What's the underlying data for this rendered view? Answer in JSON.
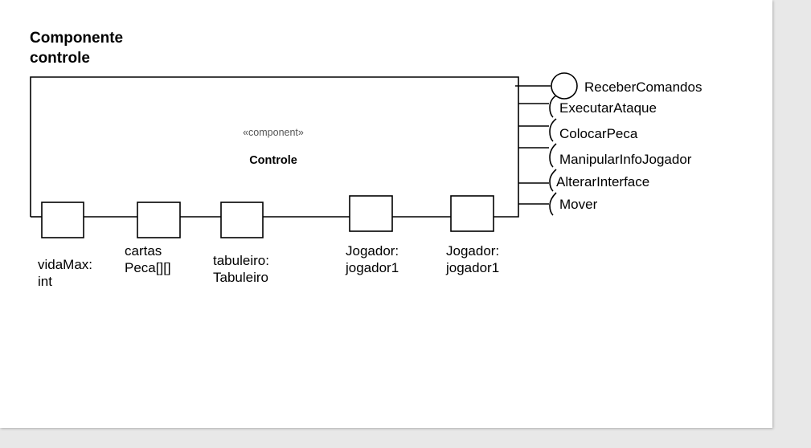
{
  "title": {
    "line1": "Componente",
    "line2": "controle"
  },
  "component": {
    "stereotype": "«component»",
    "name": "Controle"
  },
  "provided_interface": "ReceberComandos",
  "required_interfaces": [
    "ExecutarAtaque",
    "ColocarPeca",
    "ManipularInfoJogador",
    "AlterarInterface",
    "Mover"
  ],
  "ports": [
    {
      "line1": "vidaMax:",
      "line2": "int"
    },
    {
      "line1": "cartas",
      "line2": "Peca[][]"
    },
    {
      "line1": "tabuleiro:",
      "line2": "Tabuleiro"
    },
    {
      "line1": "Jogador:",
      "line2": "jogador1"
    },
    {
      "line1": "Jogador:",
      "line2": "jogador1"
    }
  ]
}
